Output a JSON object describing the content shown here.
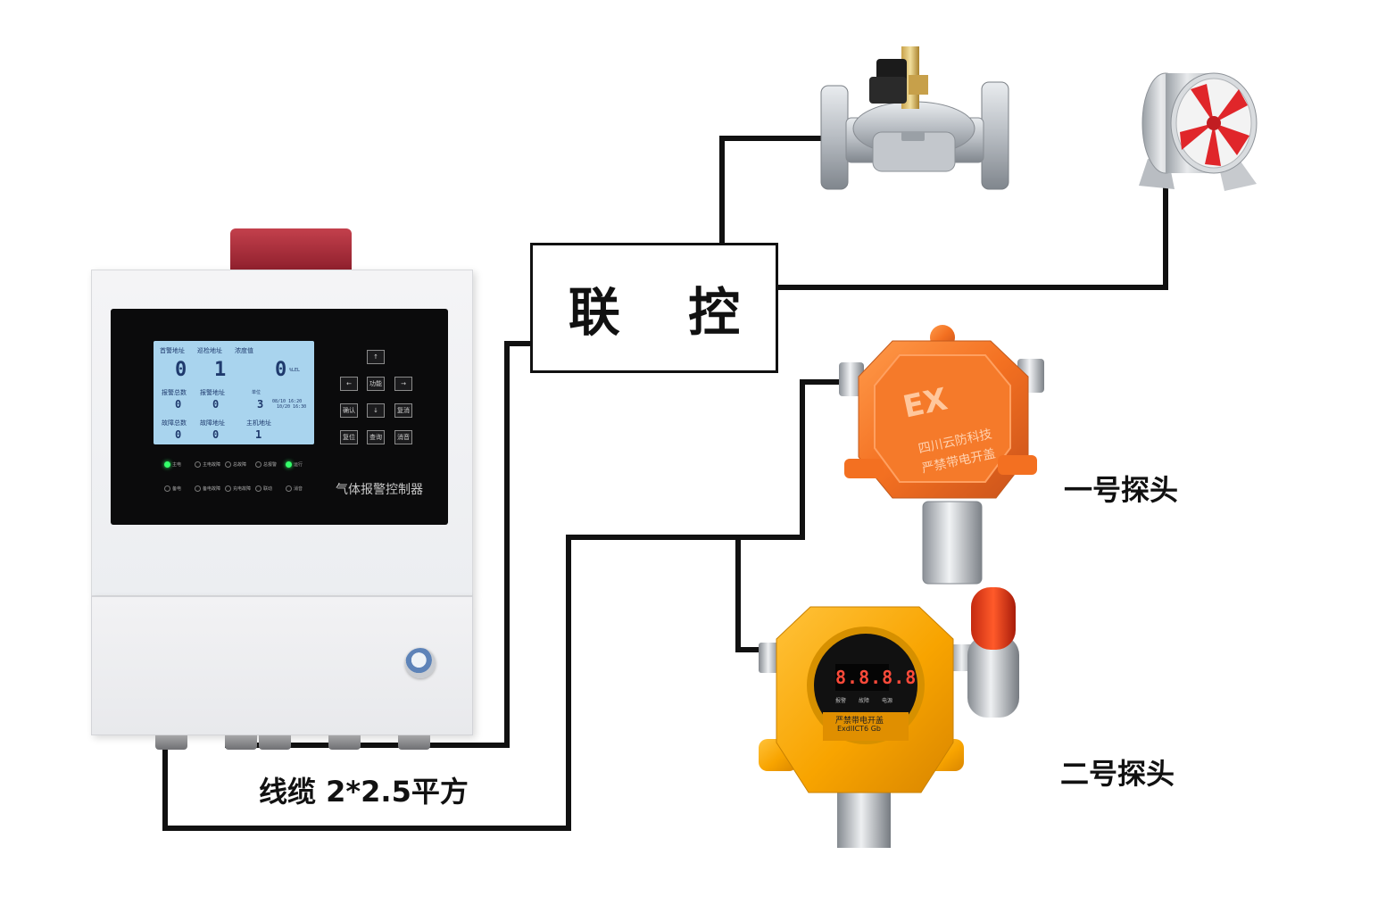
{
  "linkage": {
    "label": "联 控"
  },
  "cable": {
    "label": "线缆 2*2.5平方"
  },
  "probes": [
    {
      "label": "一号探头"
    },
    {
      "label": "二号探头"
    }
  ],
  "controller": {
    "title": "气体报警控制器",
    "lcd": {
      "header_labels": [
        "首警地址",
        "巡检地址",
        "浓度值"
      ],
      "first_alarm_address": "0",
      "patrol_address": "1",
      "concentration": "0",
      "concentration_unit": "%LEL",
      "mid_labels": [
        "报警总数",
        "报警地址",
        "单位"
      ],
      "alarm_total": "0",
      "alarm_address": "0",
      "unit_value": "3",
      "date_line1": "08/10 16:20",
      "date_line2": "10/20 16:30",
      "low_labels": [
        "故障总数",
        "故障地址",
        "主机地址"
      ],
      "fault_total": "0",
      "fault_address": "0",
      "host_address": "1"
    },
    "keys": {
      "up": "↑",
      "left": "←",
      "func": "功能",
      "right": "→",
      "confirm": "确认",
      "down": "↓",
      "mute": "复消",
      "reset": "复位",
      "query": "查询",
      "cancel": "消音"
    },
    "leds_row1": [
      {
        "label": "主电",
        "on": true
      },
      {
        "label": "主电故障",
        "on": false
      },
      {
        "label": "总故障",
        "on": false
      },
      {
        "label": "总报警",
        "on": false
      },
      {
        "label": "运行",
        "on": true
      }
    ],
    "leds_row2": [
      {
        "label": "备电",
        "on": false
      },
      {
        "label": "备电故障",
        "on": false
      },
      {
        "label": "充电故障",
        "on": false
      },
      {
        "label": "联动",
        "on": false
      },
      {
        "label": "消音",
        "on": false
      }
    ]
  },
  "detector1": {
    "badge": "EX",
    "plate_line1": "四川云防科技",
    "plate_line2": "严禁带电开盖"
  },
  "detector2": {
    "display": "8.8.8.8",
    "plate_line1": "严禁带电开盖",
    "plate_line2": "ExdIICT6 Gb",
    "key_labels": [
      "报警",
      "故障",
      "电源"
    ]
  },
  "colors": {
    "wire": "#111111",
    "lcd_bg": "#a9d4ee",
    "led_on": "#34ff6a",
    "beacon": "#b3303d",
    "detector1_body": "#f37021",
    "detector2_body": "#f8a400"
  },
  "icons": [
    "solenoid-valve-icon",
    "axial-fan-icon",
    "explosion-proof-detector-icon",
    "digital-detector-icon",
    "sound-light-alarm-icon"
  ]
}
